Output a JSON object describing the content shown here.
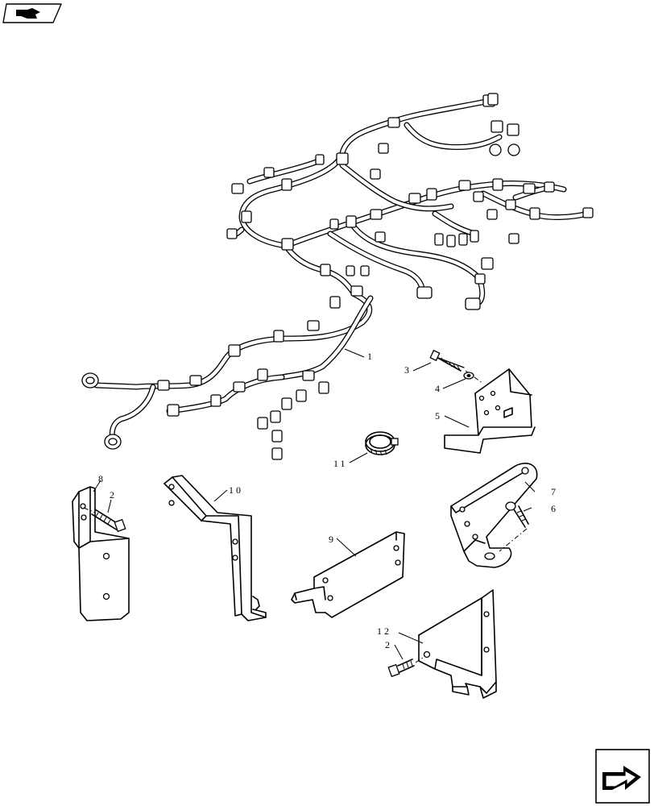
{
  "labels": {
    "p1": "1",
    "p2a": "2",
    "p2b": "2",
    "p3": "3",
    "p4": "4",
    "p5": "5",
    "p6": "6",
    "p7": "7",
    "p8": "8",
    "p9": "9",
    "p10": "10",
    "p11": "11",
    "p12": "12"
  },
  "icons": {
    "top_left": "hand-pointing-icon",
    "bottom_right": "next-page-arrow-icon"
  }
}
